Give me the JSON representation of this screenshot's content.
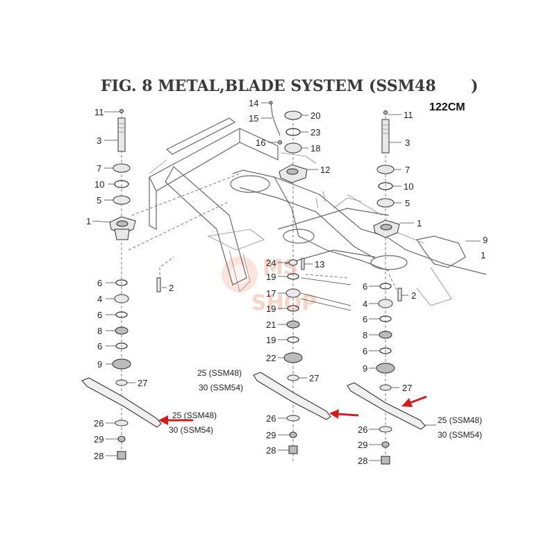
{
  "figure": {
    "title": "FIG. 8 METAL,BLADE SYSTEM (SSM48",
    "title_close": ")",
    "size_label": "122CM"
  },
  "watermark": {
    "line1": "MS",
    "line2": "SHOP"
  },
  "colors": {
    "arrow": "#d21b1b",
    "line": "#333333",
    "watermark": "#f2b19a"
  },
  "labels": {
    "left": [
      "11",
      "3",
      "7",
      "10",
      "5",
      "1",
      "2",
      "6",
      "4",
      "6",
      "8",
      "6",
      "9",
      "27",
      "25 (SSM48)",
      "30 (SSM54)",
      "26",
      "29",
      "28"
    ],
    "center": [
      "14",
      "15",
      "16",
      "20",
      "23",
      "18",
      "12",
      "24",
      "13",
      "19",
      "17",
      "19",
      "21",
      "19",
      "22",
      "27",
      "25 (SSM48)",
      "30 (SSM54)",
      "26",
      "29",
      "28"
    ],
    "right": [
      "11",
      "3",
      "7",
      "10",
      "5",
      "1",
      "9",
      "1",
      "6",
      "2",
      "4",
      "6",
      "8",
      "6",
      "9",
      "27",
      "25 (SSM48)",
      "30 (SSM54)",
      "26",
      "29",
      "28"
    ]
  }
}
